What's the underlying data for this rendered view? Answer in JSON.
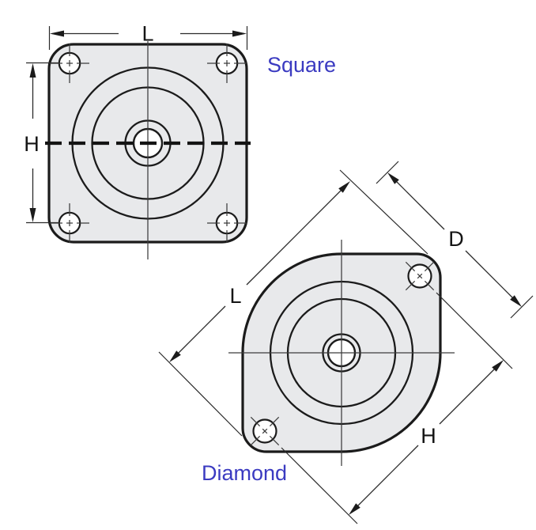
{
  "square_flange": {
    "name_label": "Square",
    "width_dim_label": "L",
    "height_dim_label": "H"
  },
  "diamond_flange": {
    "name_label": "Diamond",
    "length_dim_label": "L",
    "diagonal_dim_label": "D",
    "height_dim_label": "H"
  },
  "colors": {
    "label_blue": "#3b3bc1",
    "line_ink": "#1b1b1b",
    "plate_fill": "#e8e9eb",
    "background": "#ffffff"
  }
}
